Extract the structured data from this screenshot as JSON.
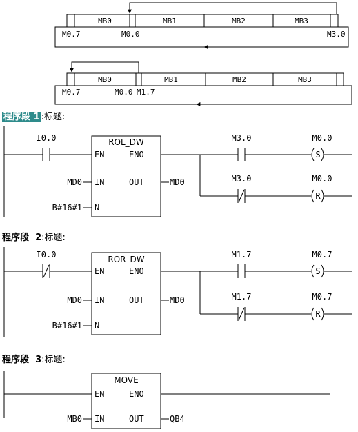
{
  "diagrams": [
    {
      "bytes": [
        "MB0",
        "MB1",
        "MB2",
        "MB3"
      ],
      "labels": [
        "M0.7",
        "M0.0",
        "M3.0"
      ]
    },
    {
      "bytes": [
        "MB0",
        "MB1",
        "MB2",
        "MB3"
      ],
      "labels": [
        "M0.7",
        "M0.0",
        "M1.7"
      ]
    }
  ],
  "networks": [
    {
      "title_prefix": "程序段",
      "number": "1",
      "title_suffix": ":标题:",
      "highlighted": true,
      "input_contact": {
        "address": "I0.0",
        "negated": false
      },
      "box": {
        "name": "ROL_DW",
        "en": "EN",
        "eno": "ENO",
        "in": "IN",
        "out": "OUT",
        "n": "N"
      },
      "in_operand": "MD0",
      "out_operand": "MD0",
      "n_operand": "B#16#1",
      "rungs": [
        {
          "contact": "M3.0",
          "contact_negated": false,
          "coil": "M0.0",
          "coil_type": "S"
        },
        {
          "contact": "M3.0",
          "contact_negated": true,
          "coil": "M0.0",
          "coil_type": "R"
        }
      ]
    },
    {
      "title_prefix": "程序段",
      "number": "2",
      "title_suffix": ":标题:",
      "highlighted": false,
      "input_contact": {
        "address": "I0.0",
        "negated": true
      },
      "box": {
        "name": "ROR_DW",
        "en": "EN",
        "eno": "ENO",
        "in": "IN",
        "out": "OUT",
        "n": "N"
      },
      "in_operand": "MD0",
      "out_operand": "MD0",
      "n_operand": "B#16#1",
      "rungs": [
        {
          "contact": "M1.7",
          "contact_negated": false,
          "coil": "M0.7",
          "coil_type": "S"
        },
        {
          "contact": "M1.7",
          "contact_negated": true,
          "coil": "M0.7",
          "coil_type": "R"
        }
      ]
    },
    {
      "title_prefix": "程序段",
      "number": "3",
      "title_suffix": ":标题:",
      "highlighted": false,
      "box": {
        "name": "MOVE",
        "en": "EN",
        "eno": "ENO",
        "in": "IN",
        "out": "OUT"
      },
      "in_operand": "MB0",
      "out_operand": "QB4"
    }
  ]
}
